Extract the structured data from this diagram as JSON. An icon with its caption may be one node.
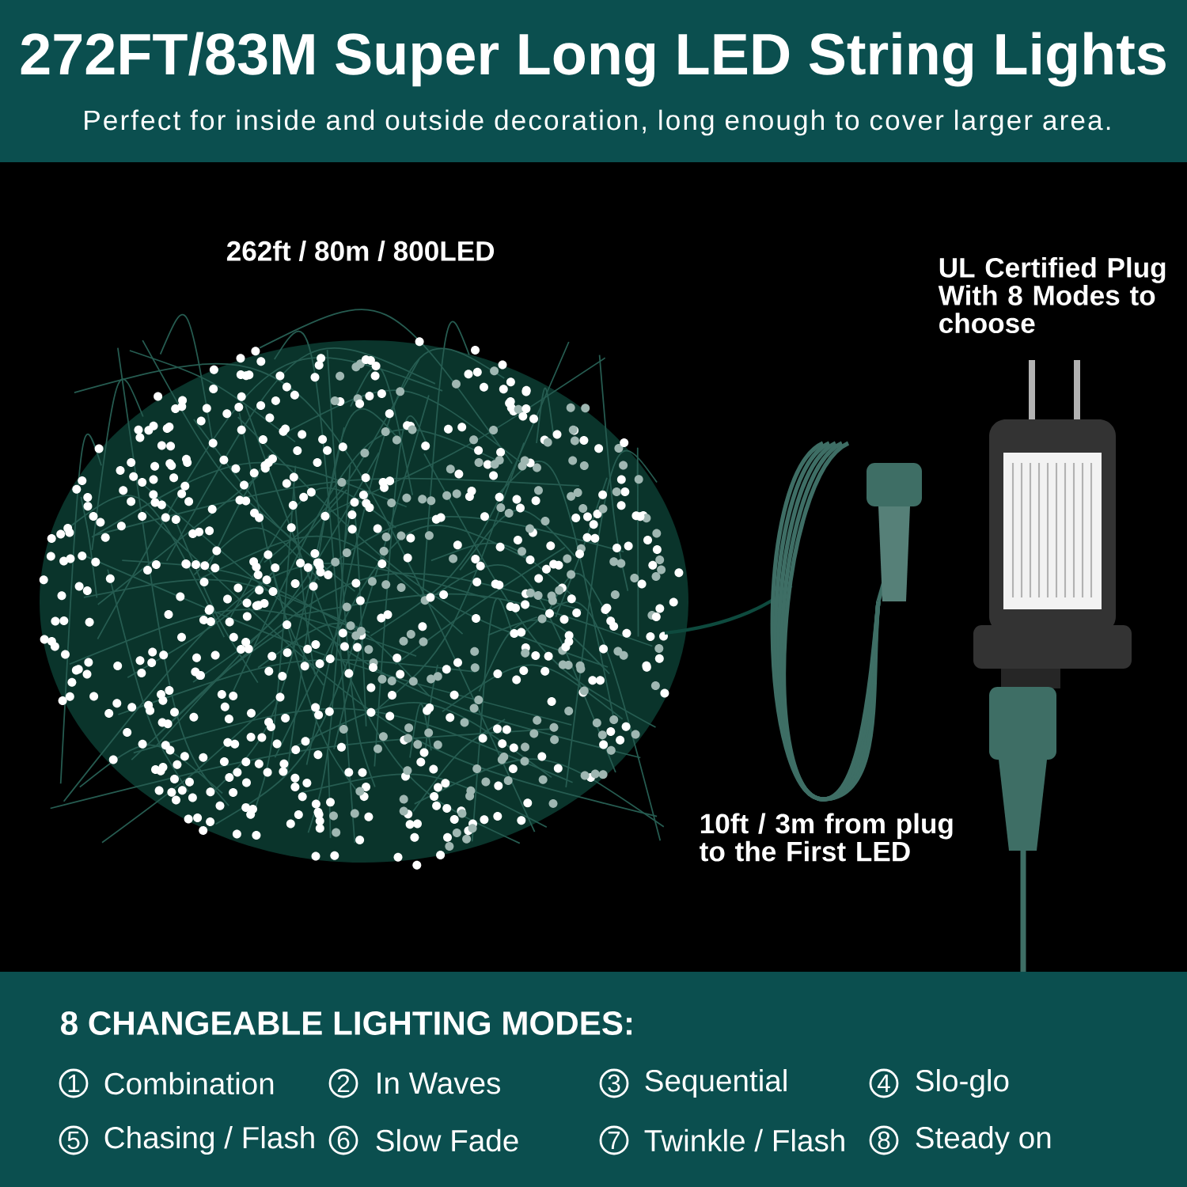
{
  "diagram": {
    "title": "272FT/83M Super Long LED String Lights",
    "caption": "Perfect for inside and outside decoration, long enough to cover larger area.",
    "labels": [
      "262ft / 80m / 800LED",
      "UL Certified Plug With 8 Modes to choose",
      "10ft / 3m from plug to the First LED",
      "8 CHANGEABLE LIGHTING MODES:",
      "1",
      "Combination",
      "2",
      "In Waves",
      "3",
      "Sequential",
      "4",
      "Slo-glo",
      "5",
      "Chasing / Flash",
      "6",
      "Slow Fade",
      "7",
      "Twinkle / Flash",
      "8",
      "Steady on"
    ]
  }
}
